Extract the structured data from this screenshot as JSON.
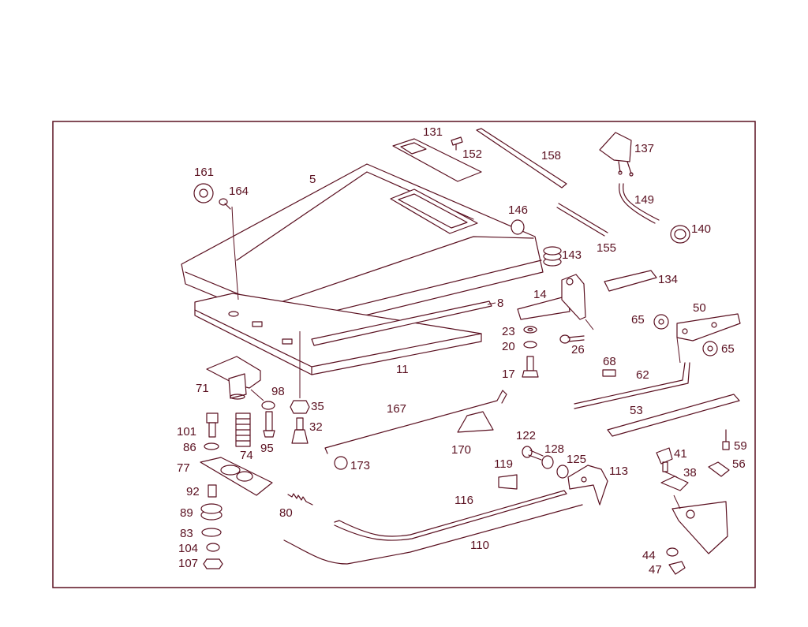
{
  "labels": {
    "p5": "5",
    "p8": "8",
    "p11": "11",
    "p14": "14",
    "p17": "17",
    "p20": "20",
    "p23": "23",
    "p26": "26",
    "p32": "32",
    "p35": "35",
    "p38": "38",
    "p41": "41",
    "p44": "44",
    "p47": "47",
    "p50": "50",
    "p53": "53",
    "p56": "56",
    "p59": "59",
    "p62": "62",
    "p65a": "65",
    "p65b": "65",
    "p68": "68",
    "p71": "71",
    "p74": "74",
    "p77": "77",
    "p80": "80",
    "p83": "83",
    "p86": "86",
    "p89": "89",
    "p92": "92",
    "p95": "95",
    "p98": "98",
    "p101": "101",
    "p104": "104",
    "p107": "107",
    "p110": "110",
    "p113": "113",
    "p116": "116",
    "p119": "119",
    "p122": "122",
    "p125": "125",
    "p128": "128",
    "p131": "131",
    "p134": "134",
    "p137": "137",
    "p140": "140",
    "p143": "143",
    "p146": "146",
    "p149": "149",
    "p152": "152",
    "p155": "155",
    "p158": "158",
    "p161": "161",
    "p164": "164",
    "p167": "167",
    "p170": "170",
    "p173": "173"
  },
  "colors": {
    "line": "#5a1020",
    "background": "#ffffff"
  }
}
